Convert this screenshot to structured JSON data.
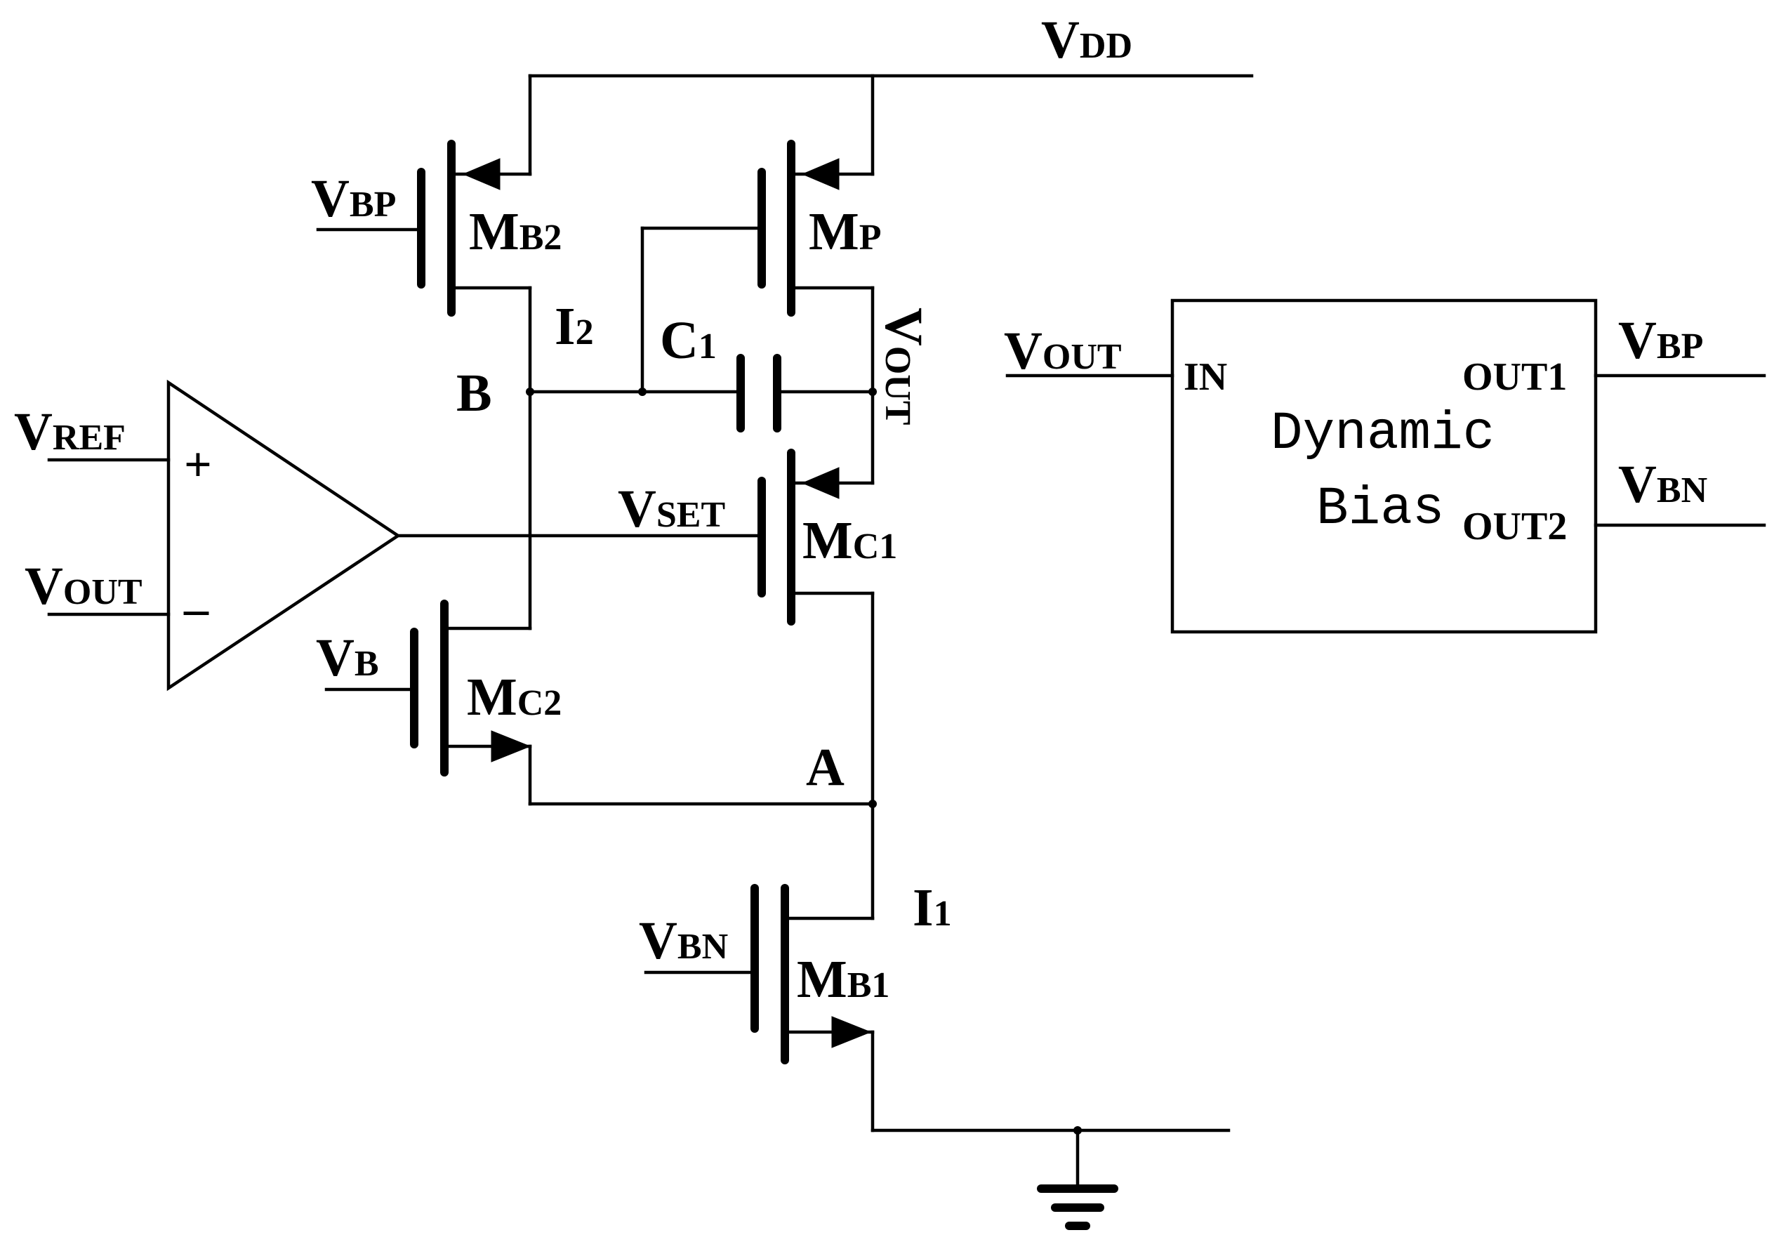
{
  "labels": {
    "vdd": {
      "main": "V",
      "sub": "DD"
    },
    "vbp_left": {
      "main": "V",
      "sub": "BP"
    },
    "mb2": {
      "main": "M",
      "sub": "B2"
    },
    "mp": {
      "main": "M",
      "sub": "P"
    },
    "i2": {
      "main": "I",
      "sub": "2"
    },
    "c1": {
      "main": "C",
      "sub": "1"
    },
    "vout_vertical": {
      "main": "V",
      "sub": "OUT"
    },
    "node_b": "B",
    "vref": {
      "main": "V",
      "sub": "REF"
    },
    "plus": "+",
    "minus": "–",
    "vout_amp": {
      "main": "V",
      "sub": "OUT"
    },
    "vset": {
      "main": "V",
      "sub": "SET"
    },
    "mc1": {
      "main": "M",
      "sub": "C1"
    },
    "vb": {
      "main": "V",
      "sub": "B"
    },
    "mc2": {
      "main": "M",
      "sub": "C2"
    },
    "node_a": "A",
    "i1": {
      "main": "I",
      "sub": "1"
    },
    "vbn_left": {
      "main": "V",
      "sub": "BN"
    },
    "mb1": {
      "main": "M",
      "sub": "B1"
    }
  },
  "dynamic_bias": {
    "title_line1": "Dynamic",
    "title_line2": "Bias",
    "in_port": "IN",
    "out1_port": "OUT1",
    "out2_port": "OUT2",
    "in_signal": {
      "main": "V",
      "sub": "OUT"
    },
    "out1_signal": {
      "main": "V",
      "sub": "BP"
    },
    "out2_signal": {
      "main": "V",
      "sub": "BN"
    }
  },
  "icons": [
    "ground-icon",
    "opamp-icon",
    "capacitor-icon",
    "pmos-icon",
    "nmos-icon"
  ]
}
